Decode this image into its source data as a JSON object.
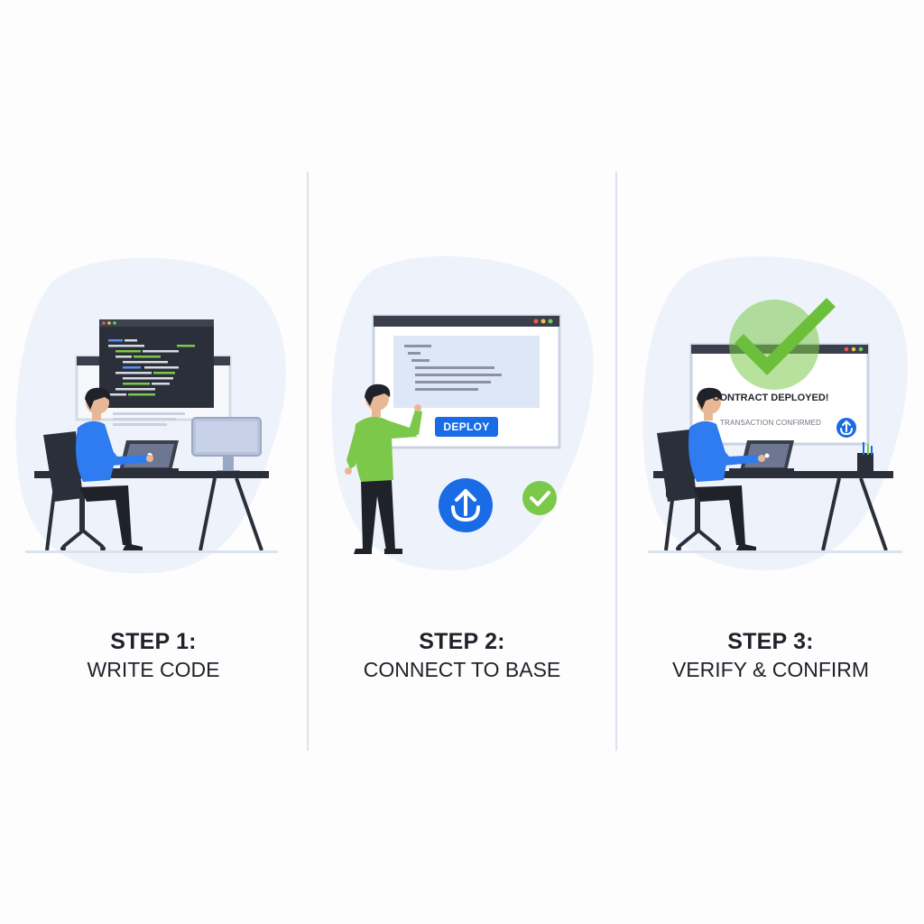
{
  "steps": [
    {
      "title": "STEP 1:",
      "subtitle": "WRITE CODE"
    },
    {
      "title": "STEP 2:",
      "subtitle": "CONNECT TO BASE",
      "button_label": "DEPLOY"
    },
    {
      "title": "STEP 3:",
      "subtitle": "VERIFY & CONFIRM",
      "status_title": "CONTRACT DEPLOYED!",
      "status_detail": "TRANSACTION CONFIRMED"
    }
  ],
  "icons": {
    "step1": [
      "code-editor-window",
      "laptop",
      "monitor",
      "office-chair",
      "desk",
      "developer"
    ],
    "step2": [
      "browser-window",
      "upload-arrow-icon",
      "check-circle-icon",
      "presenter"
    ],
    "step3": [
      "large-check-icon",
      "browser-window",
      "upload-arrow-icon",
      "pencil-cup",
      "laptop",
      "developer"
    ]
  },
  "colors": {
    "accent_blue": "#1a6ce6",
    "accent_green": "#7cc84a",
    "dark": "#2b2f3a",
    "blob": "#eef3fb",
    "text": "#1f2229"
  }
}
